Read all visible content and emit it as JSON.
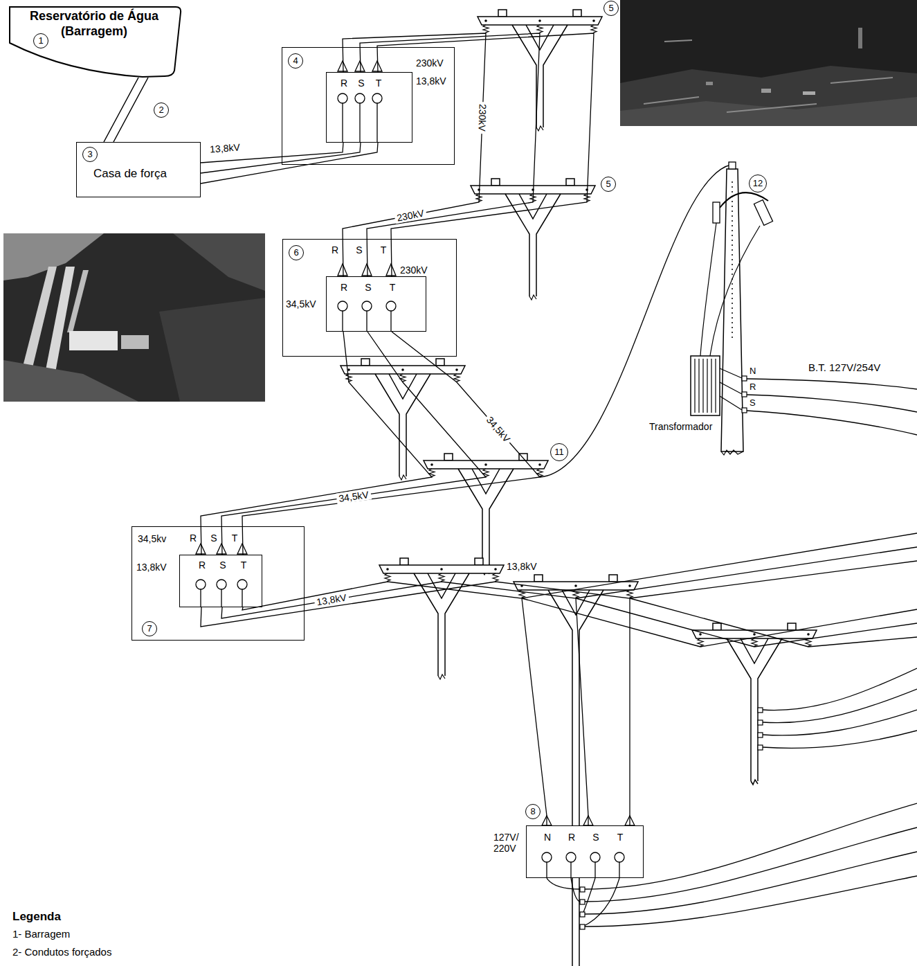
{
  "diagram": {
    "nodes": [
      {
        "text": [
          "Reservatório de Água (Barragem)",
          "1"
        ]
      },
      {
        "text": [
          "3",
          "Casa de força"
        ]
      },
      {
        "text": [
          "4",
          "230kV",
          "13,8kV"
        ]
      },
      {
        "text": [
          "R",
          "S",
          "T"
        ],
        "in": 2
      },
      {
        "text": [
          "6",
          "R",
          "S",
          "T",
          "230kV",
          "34,5kV"
        ]
      },
      {
        "text": [
          "R",
          "S",
          "T"
        ],
        "in": 4
      },
      {
        "text": [
          "34,5kv",
          "R",
          "S",
          "T",
          "13,8kV",
          "7"
        ]
      },
      {
        "text": [
          "R",
          "S",
          "T"
        ],
        "in": 6
      },
      {
        "text": [
          "8",
          "127V/ 220V",
          "N",
          "R",
          "S",
          "T"
        ]
      }
    ],
    "edges": [
      {
        "from": 0,
        "to": 1,
        "arrow": "none"
      },
      {
        "from": 1,
        "to": 3,
        "label": "13,8kV",
        "arrow": "none"
      },
      {
        "from": 3,
        "to": 5,
        "label": "230kV",
        "arrow": "none"
      },
      {
        "from": 5,
        "to": 7,
        "label": "34,5kV",
        "arrow": "none"
      },
      {
        "from": 7,
        "to": 8,
        "label": "13,8kV",
        "arrow": "none"
      }
    ],
    "labels": [
      "2",
      "5",
      "230kV",
      "5",
      "12",
      "N",
      "R",
      "S",
      "B.T. 127V/254V",
      "Transformador",
      "11",
      "34,5kV",
      "13,8kV",
      "Legenda"
    ],
    "legend": [
      {
        "text": "1- Barragem"
      },
      {
        "text": "2- Condutos forçados"
      }
    ]
  }
}
